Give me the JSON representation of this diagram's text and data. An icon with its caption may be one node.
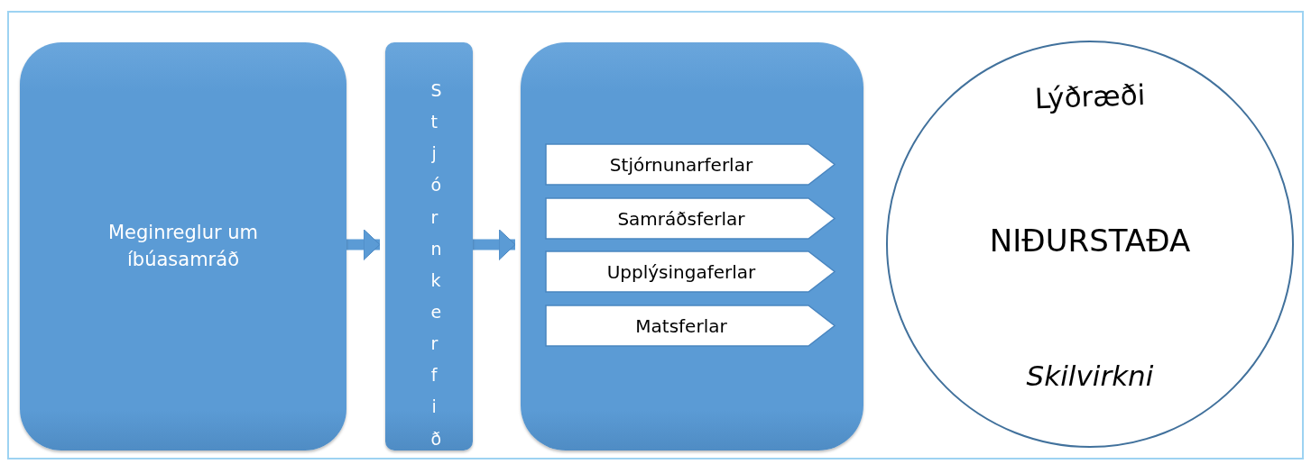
{
  "diagram": {
    "nodes": [
      {
        "text": [
          "Meginreglur um íbúasamráð"
        ]
      },
      {
        "text": [
          "Stjórnkerfið"
        ]
      },
      {
        "text": [],
        "shape": "box"
      },
      {
        "text": [
          "Stjórnunarferlar"
        ],
        "in": 2
      },
      {
        "text": [
          "Samráðsferlar"
        ],
        "in": 2
      },
      {
        "text": [
          "Upplýsingaferlar"
        ],
        "in": 2
      },
      {
        "text": [
          "Matsferlar"
        ],
        "in": 2
      },
      {
        "text": [
          "Lýðræði",
          "NIÐURSTAÐA",
          "Skilvirkni"
        ]
      }
    ],
    "edges": [
      {
        "from": 0,
        "to": 1,
        "arrow": "to"
      },
      {
        "from": 1,
        "to": 2,
        "arrow": "to"
      }
    ]
  }
}
